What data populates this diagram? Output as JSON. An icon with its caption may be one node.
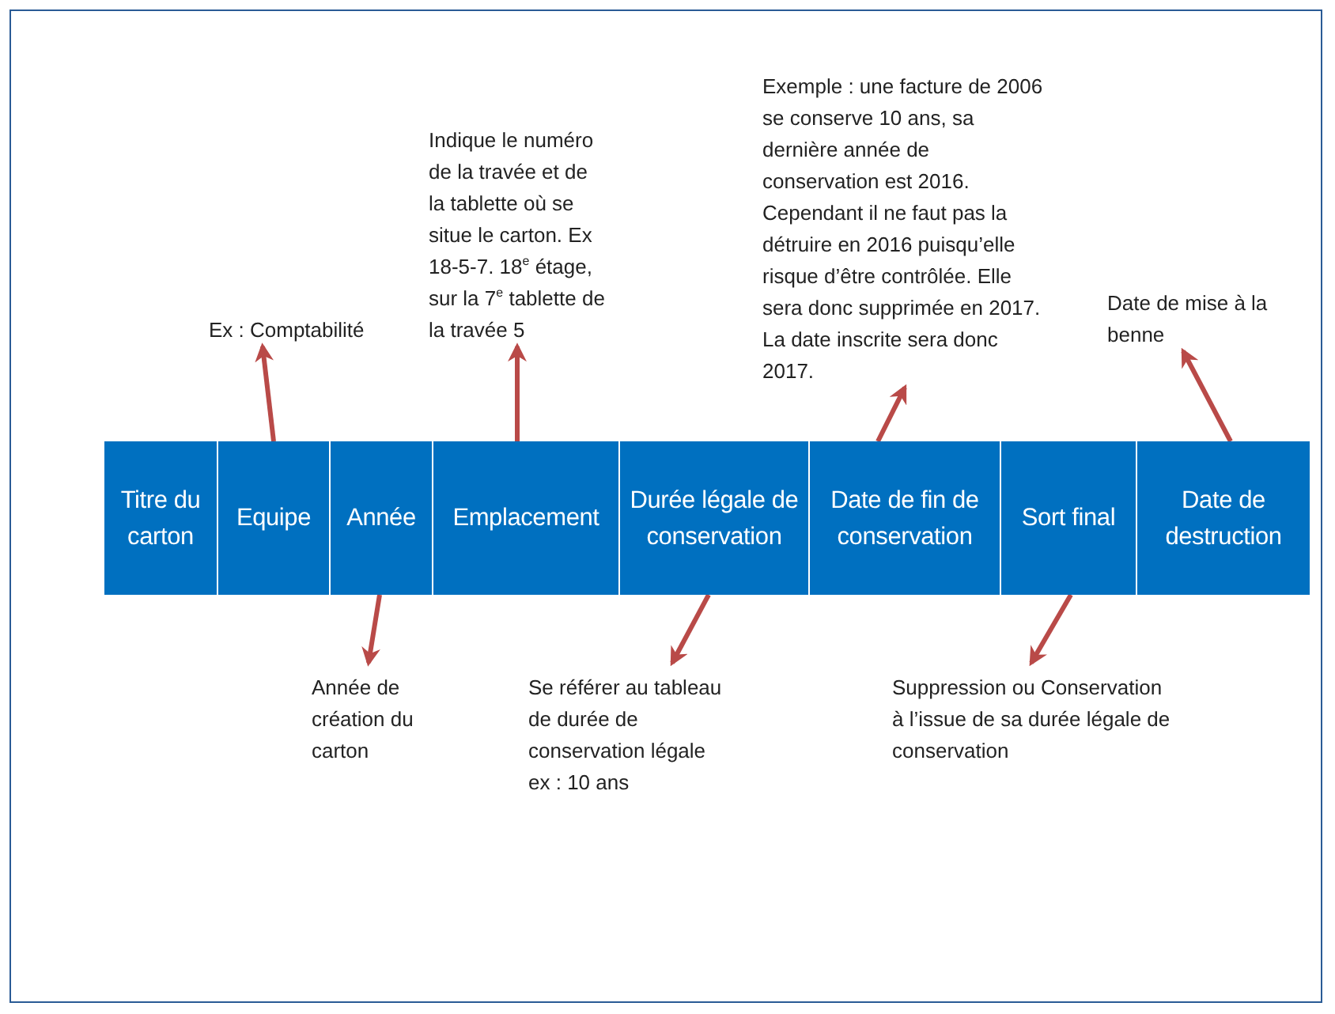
{
  "diagram": {
    "nodes": [
      {
        "text": [
          "Titre du carton"
        ]
      },
      {
        "text": [
          "Equipe"
        ]
      },
      {
        "text": [
          "Année"
        ]
      },
      {
        "text": [
          "Emplacement"
        ]
      },
      {
        "text": [
          "Durée légale de conservation"
        ]
      },
      {
        "text": [
          "Date de fin de conservation"
        ]
      },
      {
        "text": [
          "Sort final"
        ]
      },
      {
        "text": [
          "Date de destruction"
        ]
      },
      {
        "text": [
          "Ex : Comptabilité"
        ]
      },
      {
        "text": [
          "Indique le numéro de la travée et de la tablette où se situe le carton. Ex 18-5-7. 18$^{e}$ étage, sur la 7$^{e}$ tablette de la travée 5"
        ]
      },
      {
        "text": [
          "Exemple : une facture de 2006 se conserve 10 ans, sa dernière année de conservation est 2016. Cependant il ne faut pas la détruire en 2016 puisqu’elle risque d’être contrôlée. Elle sera donc supprimée en 2017. La date inscrite sera donc 2017."
        ]
      },
      {
        "text": [
          "Date de mise à la benne"
        ]
      },
      {
        "text": [
          "Année de création du carton"
        ]
      },
      {
        "text": [
          "Se référer au tableau de durée de conservation légale ex : 10 ans"
        ]
      },
      {
        "text": [
          "Suppression ou Conservation à l’issue de sa durée légale de conservation"
        ]
      }
    ],
    "edges": [
      {
        "from": 1,
        "to": 8,
        "arrow": "to"
      },
      {
        "from": 3,
        "to": 9,
        "arrow": "to"
      },
      {
        "from": 5,
        "to": 10,
        "arrow": "to"
      },
      {
        "from": 7,
        "to": 11,
        "arrow": "to"
      },
      {
        "from": 2,
        "to": 12,
        "arrow": "to"
      },
      {
        "from": 4,
        "to": 13,
        "arrow": "to"
      },
      {
        "from": 6,
        "to": 14,
        "arrow": "to"
      }
    ]
  }
}
